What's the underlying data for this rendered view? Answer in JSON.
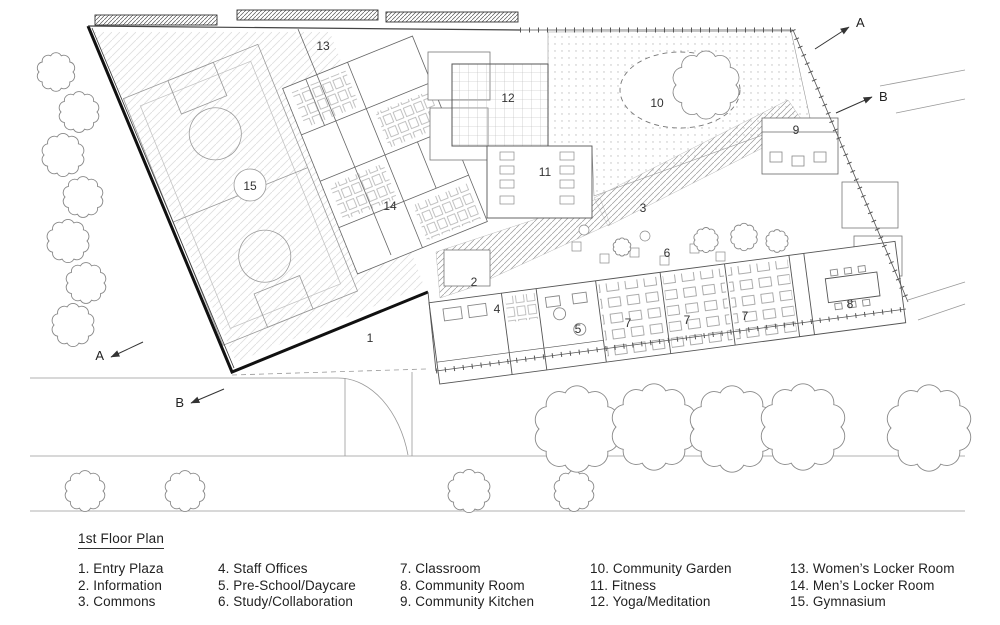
{
  "plan": {
    "room_numbers": [
      "1",
      "2",
      "3",
      "4",
      "5",
      "6",
      "7",
      "8",
      "9",
      "10",
      "11",
      "12",
      "13",
      "14",
      "15"
    ],
    "section_a": "A",
    "section_b": "B"
  },
  "legend": {
    "title": "1st Floor Plan",
    "items": [
      "1. Entry Plaza",
      "2. Information",
      "3. Commons",
      "4. Staff Offices",
      "5. Pre-School/Daycare",
      "6. Study/Collaboration",
      "7. Classroom",
      "8. Community Room",
      "9. Community Kitchen",
      "10. Community Garden",
      "11. Fitness",
      "12. Yoga/Meditation",
      "13. Women’s Locker Room",
      "14. Men’s Locker Room",
      "15. Gymnasium"
    ]
  }
}
